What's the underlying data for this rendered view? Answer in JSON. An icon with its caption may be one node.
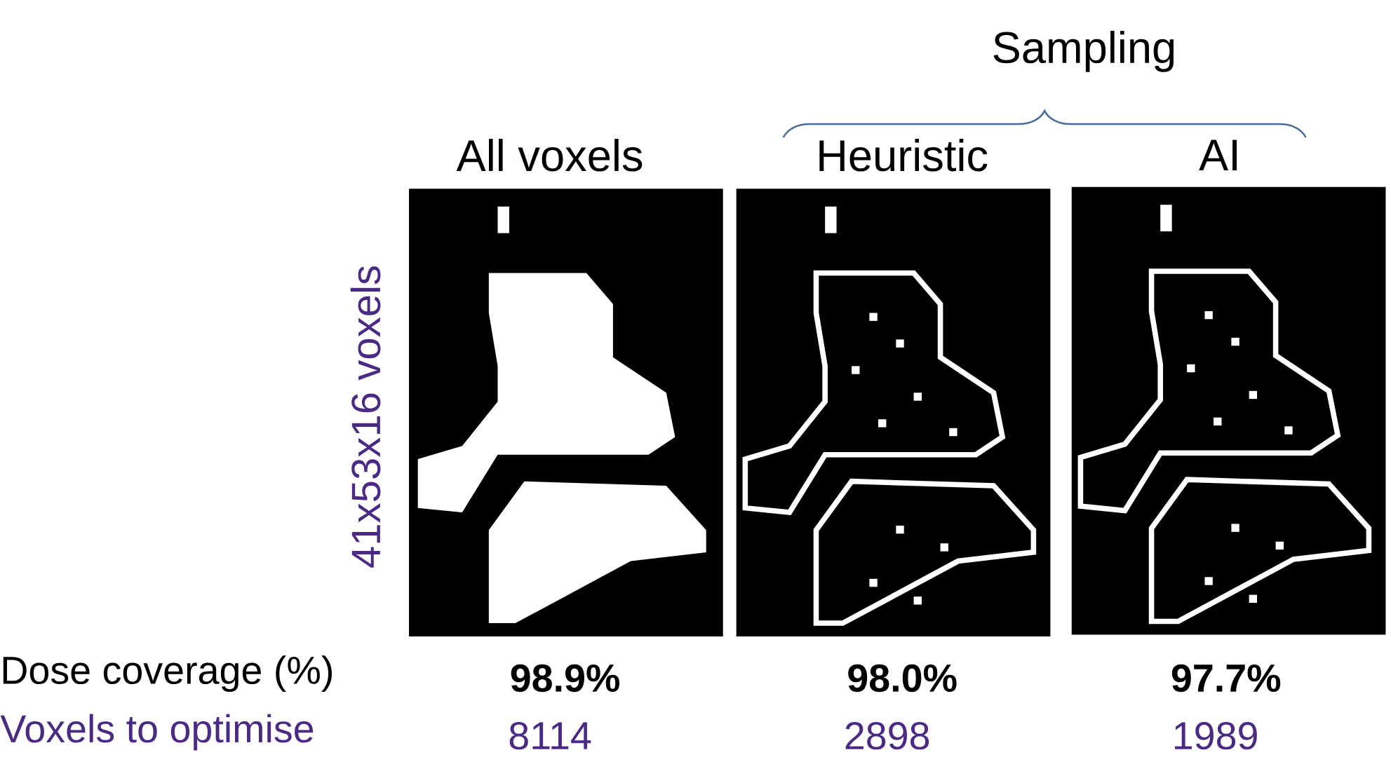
{
  "diagram": {
    "labels": [
      "Sampling",
      "All voxels",
      "Heuristic",
      "AI",
      "41x53x16 voxels",
      "Dose coverage (%)",
      "98.9%",
      "98.0%",
      "97.7%",
      "Voxels to optimise",
      "8114",
      "2898",
      "1989"
    ]
  }
}
